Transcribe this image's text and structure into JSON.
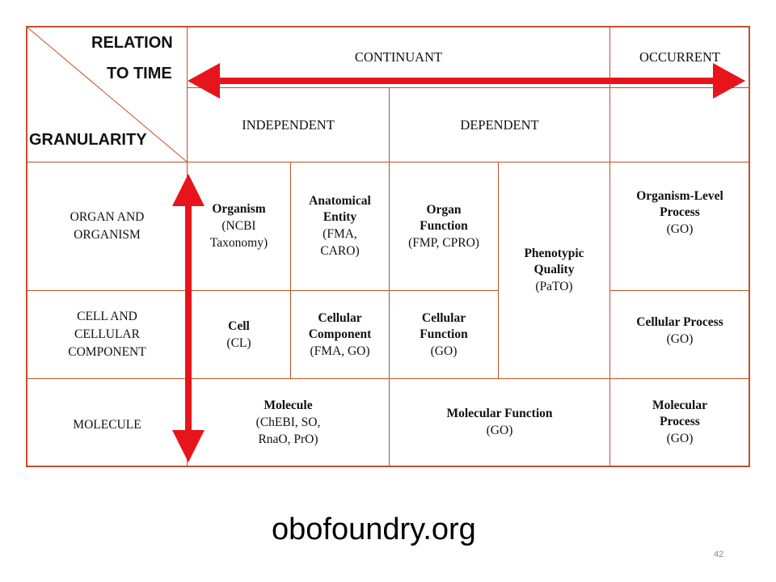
{
  "corner": {
    "relation_line1": "RELATION",
    "relation_line2": "TO TIME",
    "granularity": "GRANULARITY"
  },
  "header": {
    "continuant": "CONTINUANT",
    "occurrent": "OCCURRENT",
    "independent": "INDEPENDENT",
    "dependent": "DEPENDENT"
  },
  "rows": {
    "organ": {
      "label_line1": "ORGAN AND",
      "label_line2": "ORGANISM",
      "organism_term": "Organism",
      "organism_src1": "(NCBI",
      "organism_src2": "Taxonomy)",
      "anat_term1": "Anatomical",
      "anat_term2": "Entity",
      "anat_src1": "(FMA,",
      "anat_src2": "CARO)",
      "func_term1": "Organ",
      "func_term2": "Function",
      "func_src": "(FMP, CPRO)",
      "proc_term1": "Organism-Level",
      "proc_term2": "Process",
      "proc_src": "(GO)"
    },
    "phenotypic": {
      "term1": "Phenotypic",
      "term2": "Quality",
      "src": "(PaTO)"
    },
    "cell": {
      "label_line1": "CELL AND",
      "label_line2": "CELLULAR",
      "label_line3": "COMPONENT",
      "cell_term": "Cell",
      "cell_src": "(CL)",
      "comp_term1": "Cellular",
      "comp_term2": "Component",
      "comp_src": "(FMA, GO)",
      "func_term1": "Cellular",
      "func_term2": "Function",
      "func_src": "(GO)",
      "proc_term": "Cellular Process",
      "proc_src": "(GO)"
    },
    "molecule": {
      "label": "MOLECULE",
      "mol_term": "Molecule",
      "mol_src1": "(ChEBI, SO,",
      "mol_src2": "RnaO, PrO)",
      "func_term": "Molecular Function",
      "func_src": "(GO)",
      "proc_term1": "Molecular",
      "proc_term2": "Process",
      "proc_src": "(GO)"
    }
  },
  "footer": {
    "link": "obofoundry.org",
    "slide_number": "42"
  },
  "colors": {
    "grid": "#c0502a",
    "arrow": "#e8141c"
  }
}
